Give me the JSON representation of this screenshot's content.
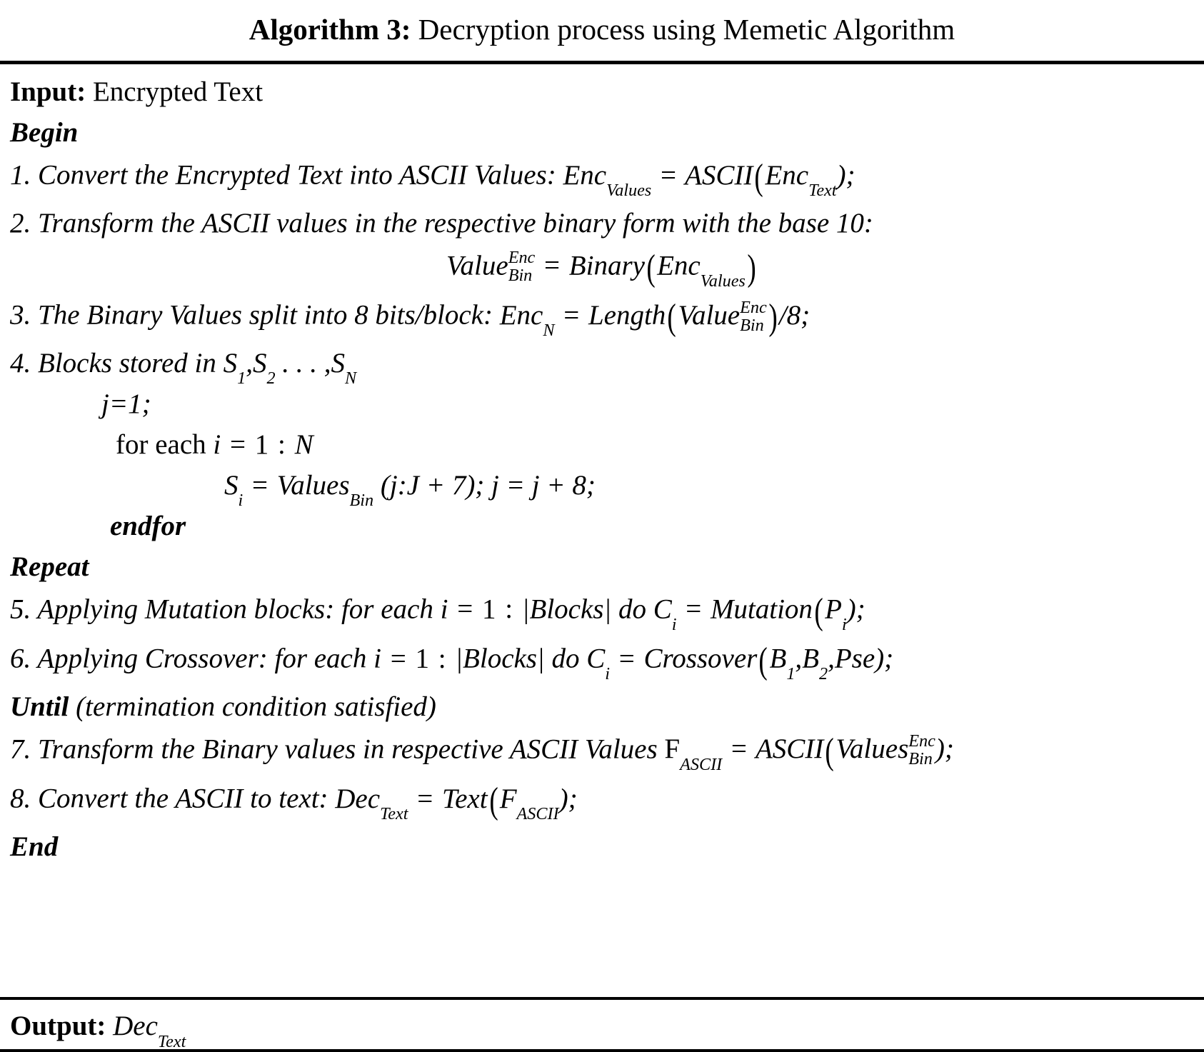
{
  "title": {
    "label": "Algorithm 3:",
    "text": "Decryption process using Memetic Algorithm"
  },
  "input": {
    "label": "Input:",
    "value": "Encrypted Text"
  },
  "keywords": {
    "begin": "Begin",
    "endfor": "endfor",
    "repeat": "Repeat",
    "until": "Until",
    "until_condition": "(termination condition satisfied)",
    "end": "End"
  },
  "steps": [
    {
      "num": "1.",
      "text": "Convert the Encrypted Text into ASCII Values:",
      "math": "Enc_Values = ASCII(Enc_Text);",
      "parts": {
        "lhs_base": "Enc",
        "lhs_sub": "Values",
        "eq": "=",
        "fn": "ASCII",
        "arg_base": "Enc",
        "arg_sub": "Text",
        "tail": ");"
      }
    },
    {
      "num": "2.",
      "text": "Transform the ASCII values in the respective binary form with the base 10:",
      "formula": {
        "lhs_base": "Value",
        "lhs_sup": "Enc",
        "lhs_sub": "Bin",
        "eq": "=",
        "fn": "Binary",
        "arg_base": "Enc",
        "arg_sub": "Values"
      }
    },
    {
      "num": "3.",
      "text": "The Binary Values split into 8 bits/block:",
      "parts": {
        "lhs_base": "Enc",
        "lhs_sub": "N",
        "eq": "=",
        "fn": "Length",
        "arg_base": "Value",
        "arg_sup": "Enc",
        "arg_sub": "Bin",
        "tail": "/8;"
      }
    },
    {
      "num": "4.",
      "text": "Blocks stored in",
      "parts": {
        "s1": "S",
        "s1_sub": "1",
        "s2": "S",
        "s2_sub": "2",
        "dots": ". . . ,",
        "sN": "S",
        "sN_sub": "N"
      }
    },
    {
      "num": "5.",
      "text": "Applying Mutation blocks: for each i = 1 : |Blocks| do C_i = Mutation(P_i);",
      "parts": {
        "lead": "Applying Mutation blocks: for each",
        "i": "i",
        "eq1": "=",
        "one": "1",
        "colon": ":",
        "blocks": "|Blocks|",
        "do": "do",
        "c": "C",
        "c_sub": "i",
        "eq2": "=",
        "fn": "Mutation",
        "arg": "P",
        "arg_sub": "i",
        "tail": ");"
      }
    },
    {
      "num": "6.",
      "text": "Applying Crossover: for each i = 1 : |Blocks| do C_i = Crossover(B_1, B_2, Pse);",
      "parts": {
        "lead": "Applying Crossover: for each",
        "i": "i",
        "eq1": "=",
        "one": "1",
        "colon": ":",
        "blocks": "|Blocks|",
        "do": "do",
        "c": "C",
        "c_sub": "i",
        "eq2": "=",
        "fn": "Crossover",
        "b1": "B",
        "b1_sub": "1",
        "b2": "B",
        "b2_sub": "2",
        "pse": "Pse",
        "tail": ");"
      }
    },
    {
      "num": "7.",
      "text": "Transform the Binary values in respective ASCII Values",
      "parts": {
        "lhs_base": "F",
        "lhs_sub": "ASCII",
        "eq": "=",
        "fn": "ASCII",
        "arg_base": "Values",
        "arg_sup": "Enc",
        "arg_sub": "Bin",
        "tail": ");"
      }
    },
    {
      "num": "8.",
      "text": "Convert the ASCII to text:",
      "parts": {
        "lhs_base": "Dec",
        "lhs_sub": "Text",
        "eq": "=",
        "fn": "Text",
        "arg_base": "F",
        "arg_sub": "ASCII",
        "tail": ");"
      }
    }
  ],
  "loop": {
    "init": "j=1;",
    "foreach": {
      "lead": "for each",
      "i": "i",
      "eq": "=",
      "one": "1",
      "colon": ":",
      "n": "N"
    },
    "assign": {
      "s": "S",
      "s_sub": "i",
      "eq": "=",
      "values": "Values",
      "values_sub": "Bin",
      "range": "(j:J + 7); j = j + 8;"
    }
  },
  "output": {
    "label": "Output:",
    "value_base": "Dec",
    "value_sub": "Text"
  }
}
